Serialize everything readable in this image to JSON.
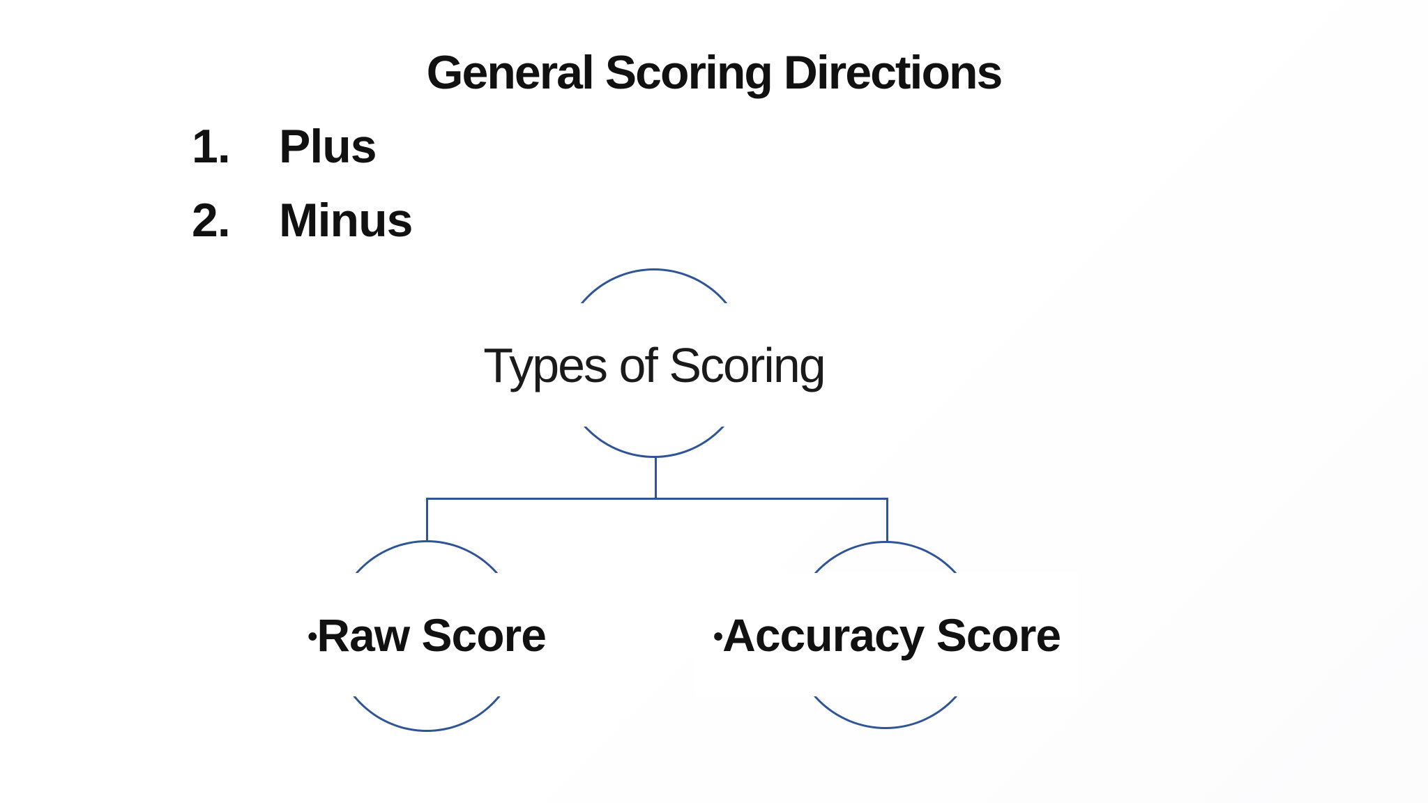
{
  "slide": {
    "title": "General Scoring Directions",
    "list": [
      {
        "number": "1.",
        "label": "Plus"
      },
      {
        "number": "2.",
        "label": "Minus"
      }
    ],
    "diagram": {
      "root_label": "Types of Scoring",
      "children": [
        {
          "bullet": "•",
          "label": "Raw Score"
        },
        {
          "bullet": "•",
          "label": "Accuracy Score"
        }
      ]
    },
    "colors": {
      "outline_blue": "#2f5597",
      "text_color": "#111111",
      "background": "#ffffff"
    }
  }
}
